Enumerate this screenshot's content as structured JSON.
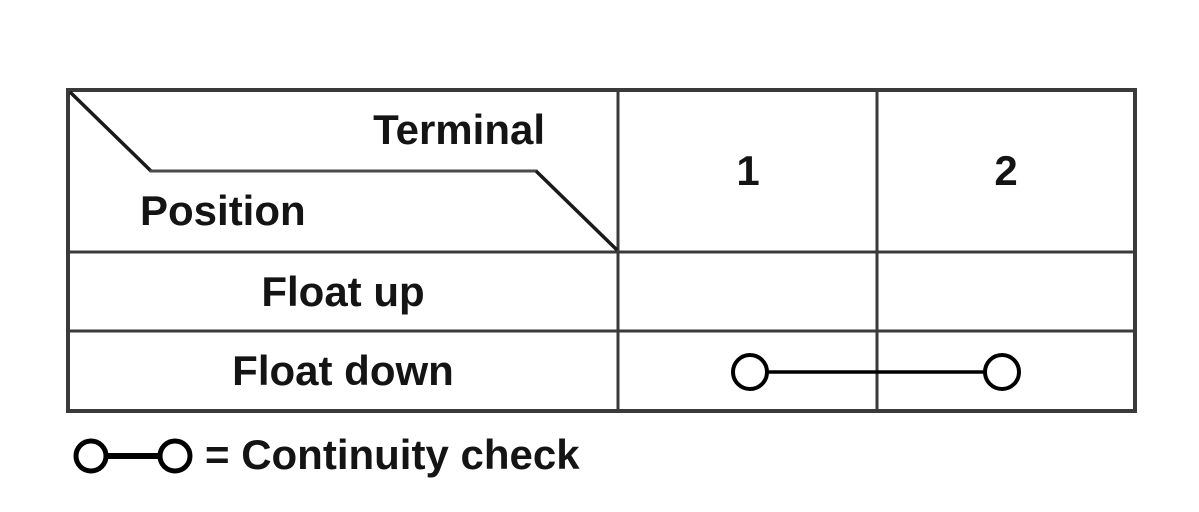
{
  "table": {
    "corner": {
      "top_right_label": "Terminal",
      "bottom_left_label": "Position"
    },
    "columns": [
      "1",
      "2"
    ],
    "rows": [
      {
        "label": "Float up",
        "continuity_between": []
      },
      {
        "label": "Float down",
        "continuity_between": [
          "1",
          "2"
        ]
      }
    ]
  },
  "legend": {
    "symbol_icon": "circle-line-circle-icon",
    "text": "= Continuity check"
  },
  "colors": {
    "background": "#ffffff",
    "grid_line": "#3a3a3a",
    "diagonal_line": "#1a1a1a",
    "text": "#141414",
    "symbol": "#000000"
  }
}
